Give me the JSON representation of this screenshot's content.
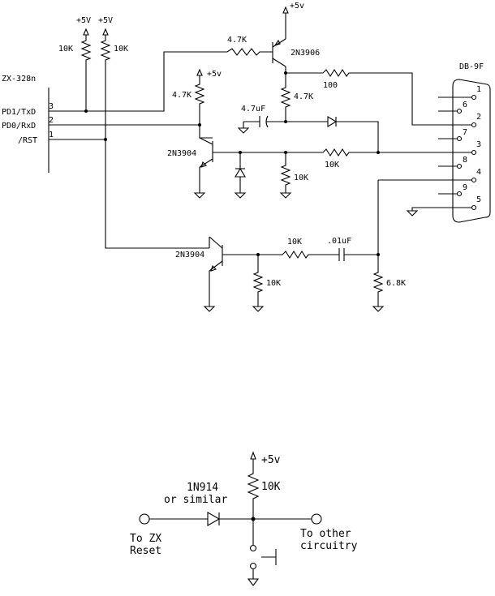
{
  "mcu": {
    "name": "ZX-328n",
    "pins": [
      {
        "num": "3",
        "label": "PD1/TxD"
      },
      {
        "num": "2",
        "label": "PD0/RxD"
      },
      {
        "num": "1",
        "label": "/RST"
      }
    ]
  },
  "supply_label": "+5v",
  "supply_label_top": "+5V",
  "connector": {
    "name": "DB-9F",
    "pins": [
      "1",
      "6",
      "2",
      "7",
      "3",
      "8",
      "4",
      "9",
      "5"
    ]
  },
  "components": {
    "r_pullup_left": "10K",
    "r_pullup_right": "10K",
    "r_pnp_base": "4.7K",
    "pnp": "2N3906",
    "r_100": "100",
    "r_pnp_collector": "4.7K",
    "r_npn1_collector": "4.7K",
    "cap_tank": "4.7uF",
    "npn1": "2N3904",
    "r_npn1_base": "10K",
    "r_npn1_emitter": "10K",
    "npn2": "2N3904",
    "r_npn2_base": "10K",
    "cap_coupling": ".01uF",
    "r_npn2_emitter": "10K",
    "r_68": "6.8K"
  },
  "reset_circuit": {
    "supply": "+5v",
    "resistor": "10K",
    "diode_line1": "1N914",
    "diode_line2": "or similar",
    "left_line1": "To ZX",
    "left_line2": "Reset",
    "right_line1": "To other",
    "right_line2": "circuitry"
  }
}
